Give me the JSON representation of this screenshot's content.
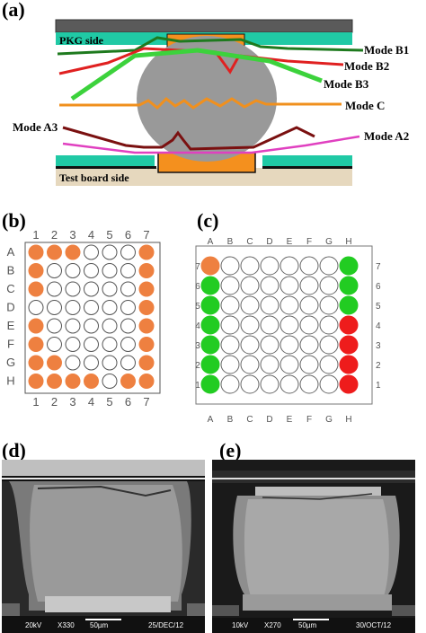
{
  "panel_a": {
    "label": "(a)",
    "pkg_side": "PKG side",
    "test_board_side": "Test board side",
    "modes": {
      "b1": "Mode B1",
      "b2": "Mode B2",
      "b3": "Mode B3",
      "c": "Mode C",
      "a3": "Mode A3",
      "a2": "Mode A2"
    },
    "colors": {
      "substrate": "#5a5a5a",
      "pkg_layer": "#20c9a5",
      "pad": "#f4901e",
      "ball": "#999999",
      "board": "#e6d8be",
      "mode_b1": "#1e7a1e",
      "mode_b2": "#e02020",
      "mode_b3": "#3cd23c",
      "mode_c": "#f0901e",
      "mode_a3": "#7a1010",
      "mode_a2": "#e040c0"
    }
  },
  "panel_b": {
    "label": "(b)",
    "cols_top": [
      "1",
      "2",
      "3",
      "4",
      "5",
      "6",
      "7"
    ],
    "cols_bottom": [
      "1",
      "2",
      "3",
      "4",
      "5",
      "6",
      "7"
    ],
    "rows": [
      "A",
      "B",
      "C",
      "D",
      "E",
      "F",
      "G",
      "H"
    ],
    "fill_color": "#ee8040",
    "filled": [
      [
        1,
        1,
        1,
        0,
        0,
        0,
        1
      ],
      [
        1,
        0,
        0,
        0,
        0,
        0,
        1
      ],
      [
        1,
        0,
        0,
        0,
        0,
        0,
        1
      ],
      [
        0,
        0,
        0,
        0,
        0,
        0,
        1
      ],
      [
        1,
        0,
        0,
        0,
        0,
        0,
        1
      ],
      [
        1,
        0,
        0,
        0,
        0,
        0,
        1
      ],
      [
        1,
        1,
        0,
        0,
        0,
        0,
        1
      ],
      [
        1,
        1,
        1,
        1,
        0,
        1,
        1
      ]
    ]
  },
  "panel_c": {
    "label": "(c)",
    "cols_top": [
      "A",
      "B",
      "C",
      "D",
      "E",
      "F",
      "G",
      "H"
    ],
    "cols_bottom": [
      "A",
      "B",
      "C",
      "D",
      "E",
      "F",
      "G",
      "H"
    ],
    "rows_left": [
      "7",
      "6",
      "5",
      "4",
      "3",
      "2",
      "1"
    ],
    "rows_right": [
      "7",
      "6",
      "5",
      "4",
      "3",
      "2",
      "1"
    ],
    "colors": {
      "o": "#ee8040",
      "g": "#22cc22",
      "r": "#ee1c1c"
    },
    "cells": [
      [
        "o",
        "",
        "",
        "",
        "",
        "",
        "",
        "g"
      ],
      [
        "g",
        "",
        "",
        "",
        "",
        "",
        "",
        "g"
      ],
      [
        "g",
        "",
        "",
        "",
        "",
        "",
        "",
        "g"
      ],
      [
        "g",
        "",
        "",
        "",
        "",
        "",
        "",
        "r"
      ],
      [
        "g",
        "",
        "",
        "",
        "",
        "",
        "",
        "r"
      ],
      [
        "g",
        "",
        "",
        "",
        "",
        "",
        "",
        "r"
      ],
      [
        "g",
        "",
        "",
        "",
        "",
        "",
        "",
        "r"
      ]
    ]
  },
  "panel_d": {
    "label": "(d)",
    "voltage": "20kV",
    "mag": "X330",
    "scale": "50µm",
    "date": "25/DEC/12"
  },
  "panel_e": {
    "label": "(e)",
    "voltage": "10kV",
    "mag": "X270",
    "scale": "50µm",
    "date": "30/OCT/12"
  }
}
